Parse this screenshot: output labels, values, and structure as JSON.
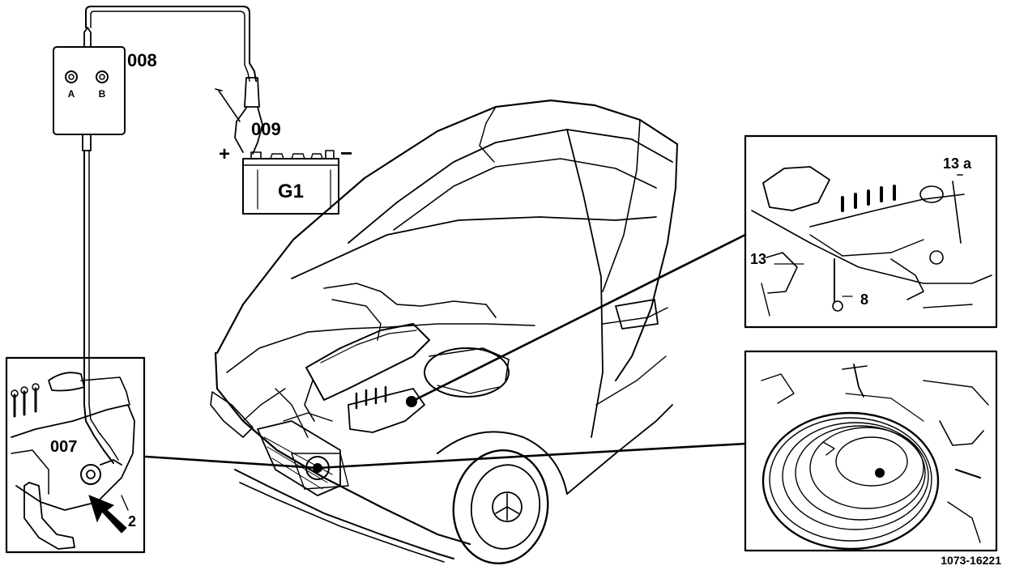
{
  "labels": {
    "tester_id": "008",
    "socket_a": "A",
    "socket_b": "B",
    "clip_id": "009",
    "plus": "+",
    "minus": "−",
    "battery": "G1",
    "sensor_id": "007",
    "part_2": "2",
    "part_13a": "13 a",
    "part_13": "13",
    "part_8": "8",
    "figure_number": "1073-16221"
  }
}
